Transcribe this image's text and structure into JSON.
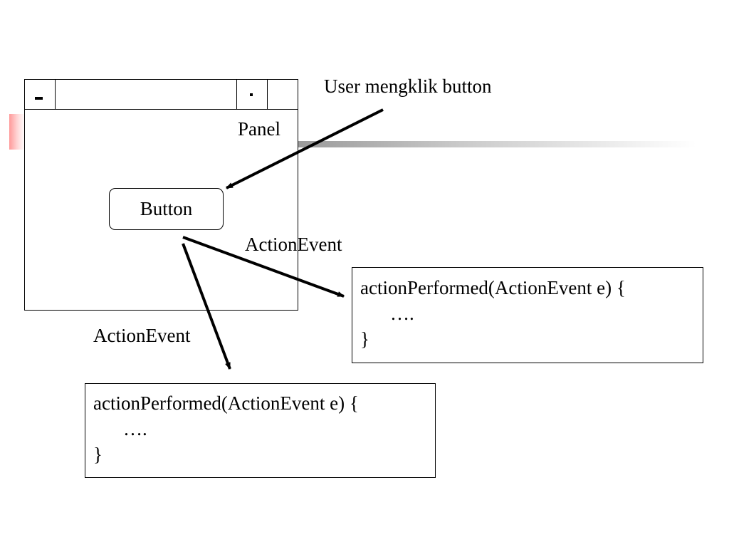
{
  "window": {
    "minimize_symbol": "-",
    "title": "",
    "dot_symbol": "·"
  },
  "labels": {
    "user_click": "User mengklik button",
    "panel": "Panel",
    "button": "Button",
    "event_right": "ActionEvent",
    "event_bottom": "ActionEvent"
  },
  "code_right": {
    "line1": "actionPerformed(ActionEvent e) {",
    "line2": "….",
    "line3": "}"
  },
  "code_bottom": {
    "line1": "actionPerformed(ActionEvent e) {",
    "line2": "….",
    "line3": "}"
  }
}
